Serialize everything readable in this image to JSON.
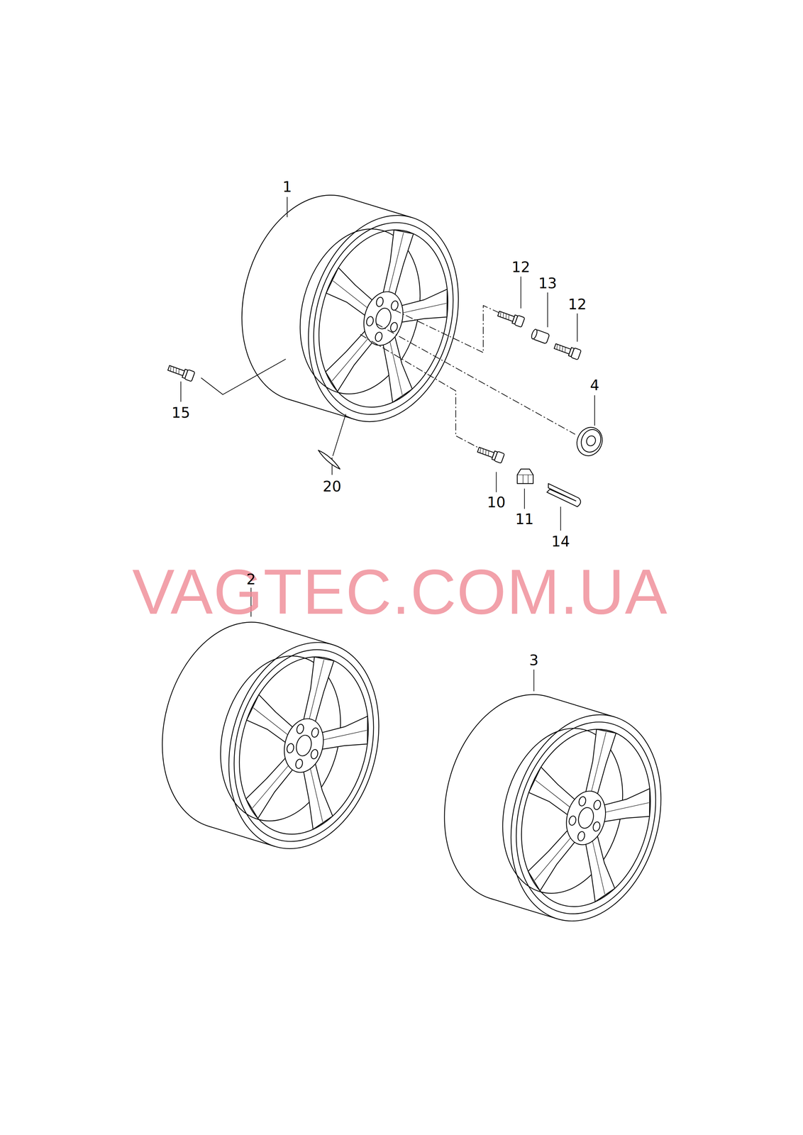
{
  "diagram": {
    "labels": [
      "1",
      "12",
      "13",
      "12",
      "4",
      "15",
      "20",
      "10",
      "11",
      "14",
      "VAGTEC.COM.UA",
      "2",
      "3"
    ]
  }
}
